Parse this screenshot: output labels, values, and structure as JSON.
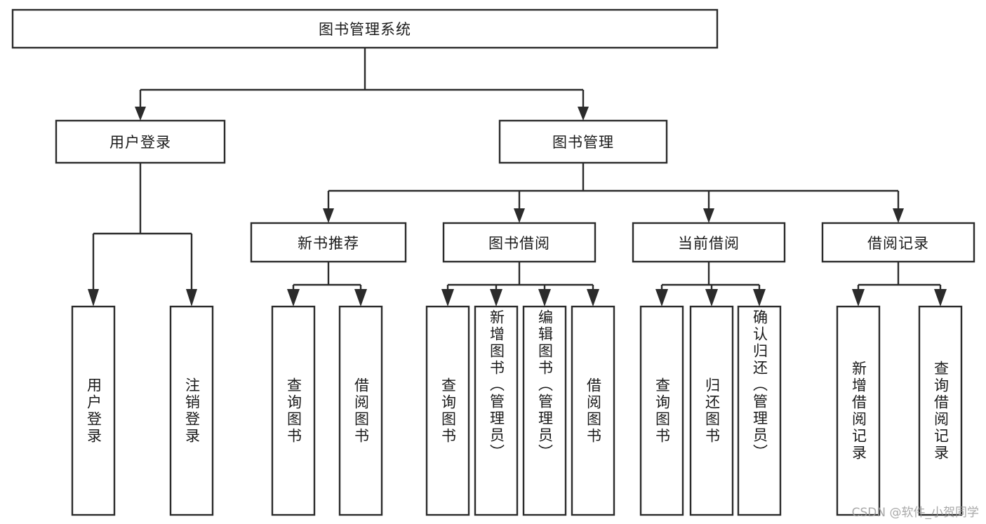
{
  "diagram": {
    "type": "tree-hierarchy",
    "title": "图书管理系统",
    "watermark": "CSDN @软件_小贺同学",
    "colors": {
      "box_stroke": "#2b2b2b",
      "box_fill": "#ffffff",
      "text": "#1a1a1a",
      "background": "#ffffff",
      "watermark": "#9a9a9a"
    },
    "root": {
      "label": "图书管理系统"
    },
    "level2": [
      {
        "label": "用户登录"
      },
      {
        "label": "图书管理"
      }
    ],
    "level3": [
      {
        "label": "新书推荐"
      },
      {
        "label": "图书借阅"
      },
      {
        "label": "当前借阅"
      },
      {
        "label": "借阅记录"
      }
    ],
    "leaves": {
      "user_login": [
        {
          "label": "用户登录"
        },
        {
          "label": "注销登录"
        }
      ],
      "new_book_recommend": [
        {
          "label": "查询图书"
        },
        {
          "label": "借阅图书"
        }
      ],
      "book_borrow": [
        {
          "label": "查询图书"
        },
        {
          "label": "新增图书（管理员）"
        },
        {
          "label": "编辑图书（管理员）"
        },
        {
          "label": "借阅图书"
        }
      ],
      "current_borrow": [
        {
          "label": "查询图书"
        },
        {
          "label": "归还图书"
        },
        {
          "label": "确认归还（管理员）"
        }
      ],
      "borrow_record": [
        {
          "label": "新增借阅记录"
        },
        {
          "label": "查询借阅记录"
        }
      ]
    }
  }
}
